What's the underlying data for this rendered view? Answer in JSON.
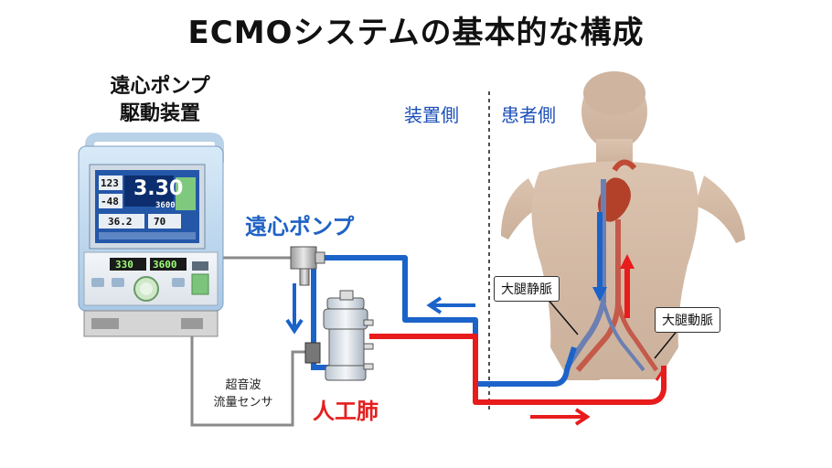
{
  "title": "ECMOシステムの基本的な構成",
  "device_label_line1": "遠心ポンプ",
  "device_label_line2": "駆動装置",
  "device_side_label": "装置側",
  "patient_side_label": "患者側",
  "pump_label": "遠心ポンプ",
  "oxygenator_label": "人工肺",
  "sensor_label_line1": "超音波",
  "sensor_label_line2": "流量センサ",
  "femoral_vein_label": "大腿静脈",
  "femoral_artery_label": "大腿動脈",
  "screen": {
    "main_value": "3.30",
    "left_top": "123",
    "left_bottom": "-48",
    "sub_value": "3600",
    "bottom_left": "36.2",
    "bottom_right": "70"
  },
  "panel_display": {
    "left": "330",
    "right": "3600"
  },
  "colors": {
    "venous_blue": "#1b63c9",
    "arterial_red": "#e81c1c",
    "label_blue": "#1f62c6",
    "label_red": "#e61e1e"
  }
}
